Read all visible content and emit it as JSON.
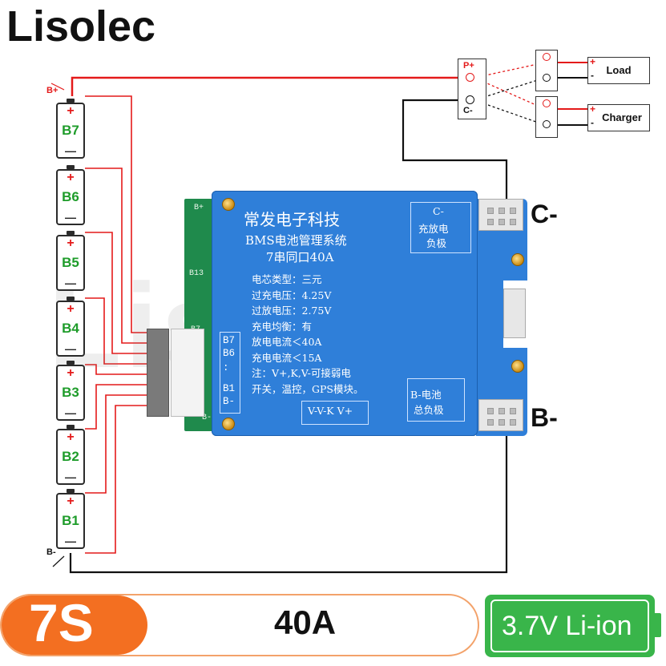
{
  "brand": {
    "name": "Lisolec",
    "watermark": "Lisolec"
  },
  "cells": [
    {
      "label": "B7",
      "plus": "+",
      "minus": "—"
    },
    {
      "label": "B6",
      "plus": "+",
      "minus": "—"
    },
    {
      "label": "B5",
      "plus": "+",
      "minus": "—"
    },
    {
      "label": "B4",
      "plus": "+",
      "minus": "—"
    },
    {
      "label": "B3",
      "plus": "+",
      "minus": "—"
    },
    {
      "label": "B2",
      "plus": "+",
      "minus": "—"
    },
    {
      "label": "B1",
      "plus": "+",
      "minus": "—"
    }
  ],
  "pack_labels": {
    "b_plus": "B+",
    "b_minus": "B-"
  },
  "pcb_labels": {
    "b_plus": "B+",
    "b13": "B13",
    "b7": "B7",
    "b_minus": "B-"
  },
  "board": {
    "title": "常发电子科技",
    "subtitle": "BMS电池管理系统",
    "model": "7串同口40A",
    "specs": [
      "电芯类型：三元",
      "过充电压：4.25V",
      "过放电压：2.75V",
      "充电均衡：有",
      "放电电流＜40A",
      "充电电流＜15A",
      "注：V+,K,V-可接弱电",
      "开关，温控，GPS模块。"
    ],
    "c_box": [
      "C-",
      "充放电",
      "负极"
    ],
    "b_box": [
      "B-电池",
      "总负极"
    ],
    "pin_labels": [
      "B7",
      "B6",
      ":",
      "B1",
      "B-"
    ],
    "port_label": "V-V-K  V+"
  },
  "terminals": {
    "c_minus": "C-",
    "b_minus": "B-"
  },
  "output": {
    "p_plus": "P+",
    "c_minus": "C-",
    "load": "Load",
    "charger": "Charger",
    "plus": "+",
    "minus": "-"
  },
  "banner": {
    "series": "7S",
    "current": "40A",
    "chemistry": "3.7V Li-ion"
  },
  "colors": {
    "wire_red": "#e41a1a",
    "wire_black": "#111111",
    "board_blue": "#2f7fd9",
    "pcb_green": "#1f8a4c",
    "banner_orange": "#f36f21",
    "banner_green": "#39b54a"
  }
}
